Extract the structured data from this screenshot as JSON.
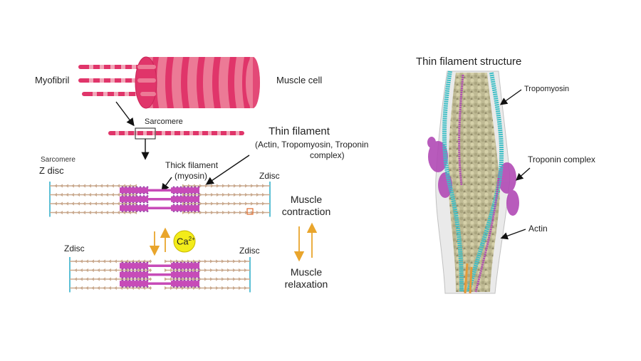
{
  "left_panel": {
    "myofibril_label": "Myofibril",
    "muscle_cell_label": "Muscle cell",
    "sarcomere_label_top": "Sarcomere",
    "thin_filament_title": "Thin filament",
    "thin_filament_detail_1": "(Actin, Tropomyosin, Troponin",
    "thin_filament_detail_2": "complex)",
    "sarcomere_label": "Sarcomere",
    "z_disc_left_top": "Z disc",
    "thick_filament_title": "Thick filament",
    "thick_filament_detail": "(myosin)",
    "z_disc_right_top": "Zdisc",
    "z_disc_left_bottom": "Zdisc",
    "z_disc_right_bottom": "Zdisc",
    "calcium_label": "Ca",
    "calcium_charge": "2+",
    "contraction_line1": "Muscle",
    "contraction_line2": "contraction",
    "relaxation_line1": "Muscle",
    "relaxation_line2": "relaxation"
  },
  "right_panel": {
    "title": "Thin filament structure",
    "tropomyosin_label": "Tropomyosin",
    "troponin_label": "Troponin complex",
    "actin_label": "Actin"
  },
  "colors": {
    "muscle_pink": "#e0356a",
    "muscle_light": "#ec7a96",
    "myosin_magenta": "#c74bb8",
    "myosin_head": "#8a2e9e",
    "actin_tan": "#c9a98e",
    "z_disc_blue": "#5bc0d6",
    "arrow_orange": "#e9a52c",
    "calcium_yellow": "#f3ec1a",
    "tropomyosin_cyan": "#3fbfc6",
    "actin_khaki": "#bdb88f"
  }
}
